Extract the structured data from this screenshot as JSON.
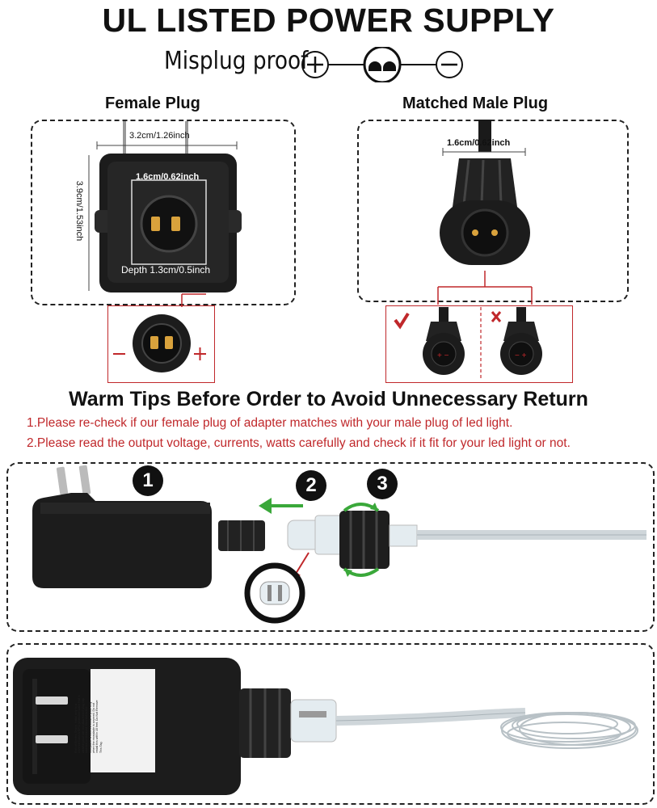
{
  "title": "UL LISTED POWER SUPPLY",
  "misplug_text": "Misplug proof",
  "female_plug": {
    "header": "Female Plug",
    "width_dim": "3.2cm/1.26inch",
    "height_dim": "3.9cm/1.53inch",
    "socket_dim": "1.6cm/0.62inch",
    "depth_dim": "Depth 1.3cm/0.5inch"
  },
  "male_plug": {
    "header": "Matched Male Plug",
    "diameter_dim": "1.6cm/0.62inch"
  },
  "warm_tips": {
    "title": "Warm Tips Before Order to Avoid Unnecessary Return",
    "tip1": "1.Please re-check if our female plug of adapter matches with your male plug of led light.",
    "tip2": "2.Please read the output voltage, currents, watts carefully and check if it fit for your led light or not."
  },
  "steps": [
    "1",
    "2",
    "3"
  ],
  "adapter_label": "Risk of Electric Shock. Install only to a covered Class A GFCI protected outlet that is weatherproof with the attachment plug cap inserted or removed. Connect to the receptacle is covered weatherproof only when the receptacle is covered. Do not install this within 15 feet. Do Not Remove This Tag.",
  "colors": {
    "red": "#c0282b",
    "green": "#3aa83a",
    "dark": "#1c1c1c"
  }
}
